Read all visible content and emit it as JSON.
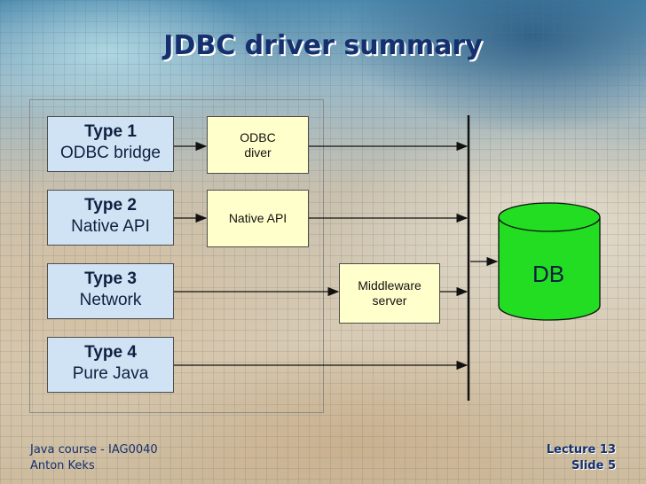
{
  "slide": {
    "title": "JDBC driver summary"
  },
  "types": [
    {
      "title": "Type 1",
      "subtitle": "ODBC bridge"
    },
    {
      "title": "Type 2",
      "subtitle": "Native API"
    },
    {
      "title": "Type 3",
      "subtitle": "Network"
    },
    {
      "title": "Type 4",
      "subtitle": "Pure Java"
    }
  ],
  "middle_boxes": {
    "odbc_line1": "ODBC",
    "odbc_line2": "diver",
    "native_api": "Native API",
    "middleware_line1": "Middleware",
    "middleware_line2": "server"
  },
  "db": {
    "label": "DB",
    "color": "#22dd22"
  },
  "footer": {
    "course": "Java course - IAG0040",
    "author": "Anton Keks",
    "lecture": "Lecture 13",
    "slide": "Slide 5"
  },
  "colors": {
    "type_box": "#cfe3f4",
    "middle_box": "#ffffcc",
    "title": "#15306e"
  }
}
